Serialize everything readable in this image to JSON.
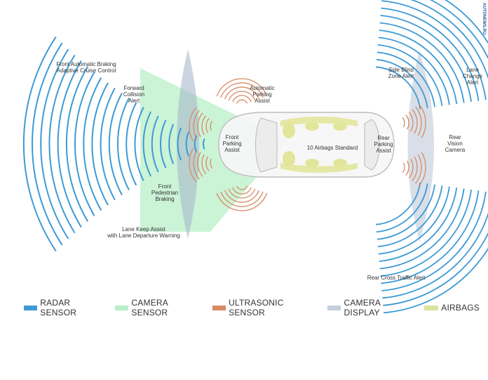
{
  "watermark": "AUTONEWS.RU",
  "labels": {
    "front_braking": [
      "Front Automatic Braking",
      "Adaptive Cruise Control"
    ],
    "forward_collision": [
      "Forward",
      "Collision",
      "Alert"
    ],
    "auto_parking": [
      "Automatic",
      "Parking",
      "Assist"
    ],
    "front_parking": [
      "Front",
      "Parking",
      "Assist"
    ],
    "airbags": "10 Airbags Standard",
    "rear_parking": [
      "Rear",
      "Parking",
      "Assist"
    ],
    "side_blind": [
      "Side Blind",
      "Zone Alert"
    ],
    "lane_change": [
      "Lane",
      "Change",
      "Alert"
    ],
    "rear_vision": [
      "Rear",
      "Vision",
      "Camera"
    ],
    "pedestrian": [
      "Front",
      "Pedestrian",
      "Braking"
    ],
    "lane_keep": [
      "Lane Keep Assist",
      "with Lane Departure Warning"
    ],
    "rear_cross": "Rear Cross Traffic Alert"
  },
  "legend": [
    {
      "label": "RADAR SENSOR",
      "color": "#3d9ad6"
    },
    {
      "label": "CAMERA SENSOR",
      "color": "#b9efc8"
    },
    {
      "label": "ULTRASONIC SENSOR",
      "color": "#d98a63"
    },
    {
      "label": "CAMERA DISPLAY",
      "color": "#c5cfdc"
    },
    {
      "label": "AIRBAGS",
      "color": "#dde29a"
    }
  ],
  "colors": {
    "radar": "#3d9ad6",
    "camera_sensor": "#b9efc8",
    "ultrasonic": "#d98a63",
    "camera_display": "#a9b9cc",
    "airbags": "#e2e59a",
    "car_outline": "#b8b8b8"
  }
}
